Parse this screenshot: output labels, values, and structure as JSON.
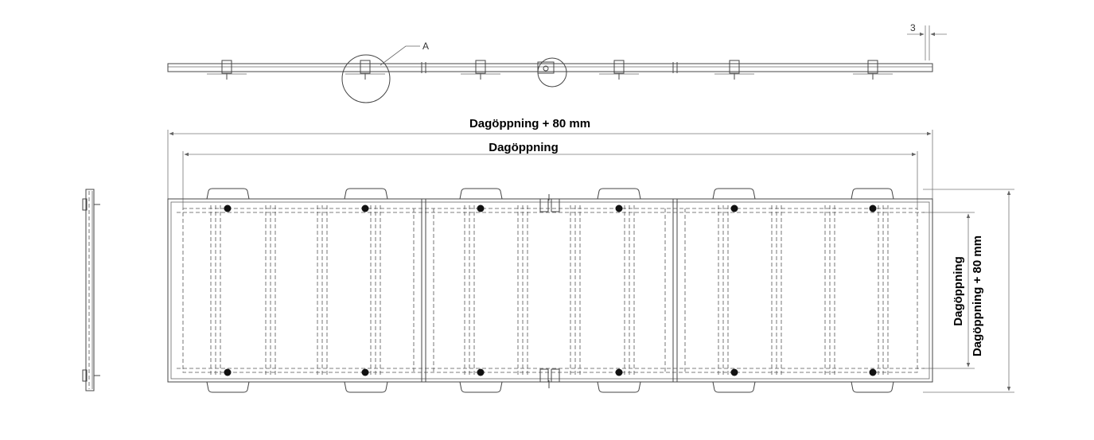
{
  "dimensions": {
    "overall_width": "Dagöppning + 80 mm",
    "opening_width": "Dagöppning",
    "opening_height": "Dagöppning",
    "overall_height": "Dagöppning + 80 mm",
    "gap": "3"
  },
  "detail_label": "A",
  "colors": {
    "line": "#444444",
    "dimension": "#777777",
    "text": "#000000"
  }
}
